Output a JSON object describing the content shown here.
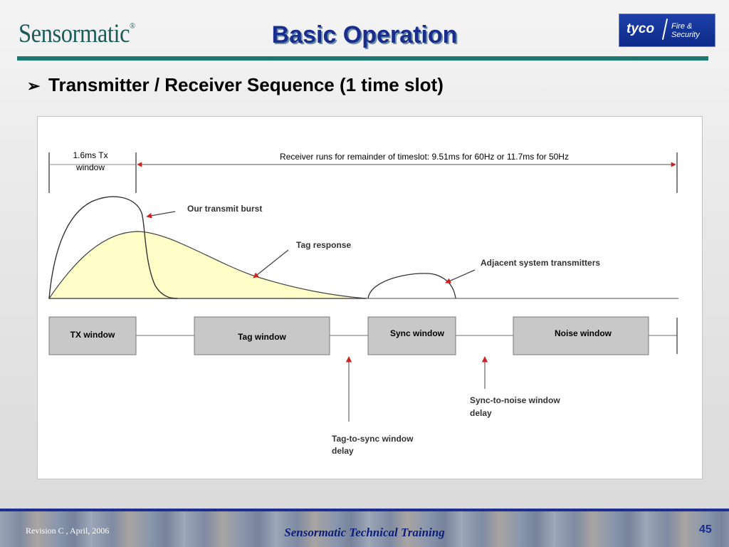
{
  "header": {
    "brand": "Sensormatic",
    "brand_mark": "®",
    "title": "Basic Operation",
    "partner_logo": {
      "name": "tyco",
      "sub_line1": "Fire &",
      "sub_line2": "Security"
    }
  },
  "bullet": {
    "icon": "arrow-bullet-icon",
    "text": "Transmitter / Receiver Sequence (1 time slot)"
  },
  "diagram": {
    "tx_window_label_line1": "1.6ms Tx",
    "tx_window_label_line2": "window",
    "receiver_label": "Receiver runs for remainder of timeslot:  9.51ms for 60Hz or 11.7ms for 50Hz",
    "callouts": {
      "transmit_burst": "Our transmit burst",
      "tag_response": "Tag response",
      "adjacent": "Adjacent system transmitters"
    },
    "windows": [
      "TX window",
      "Tag window",
      "Sync window",
      "Noise window"
    ],
    "delays": {
      "tag_to_sync_line1": "Tag-to-sync window",
      "tag_to_sync_line2": "delay",
      "sync_to_noise_line1": "Sync-to-noise window",
      "sync_to_noise_line2": "delay"
    },
    "colors": {
      "arrow": "#cc2222",
      "tag_fill": "#fffdc8",
      "window_fill": "#c8c8c8"
    }
  },
  "footer": {
    "revision": "Revision C , April, 2006",
    "title": "Sensormatic Technical Training",
    "page": "45"
  }
}
